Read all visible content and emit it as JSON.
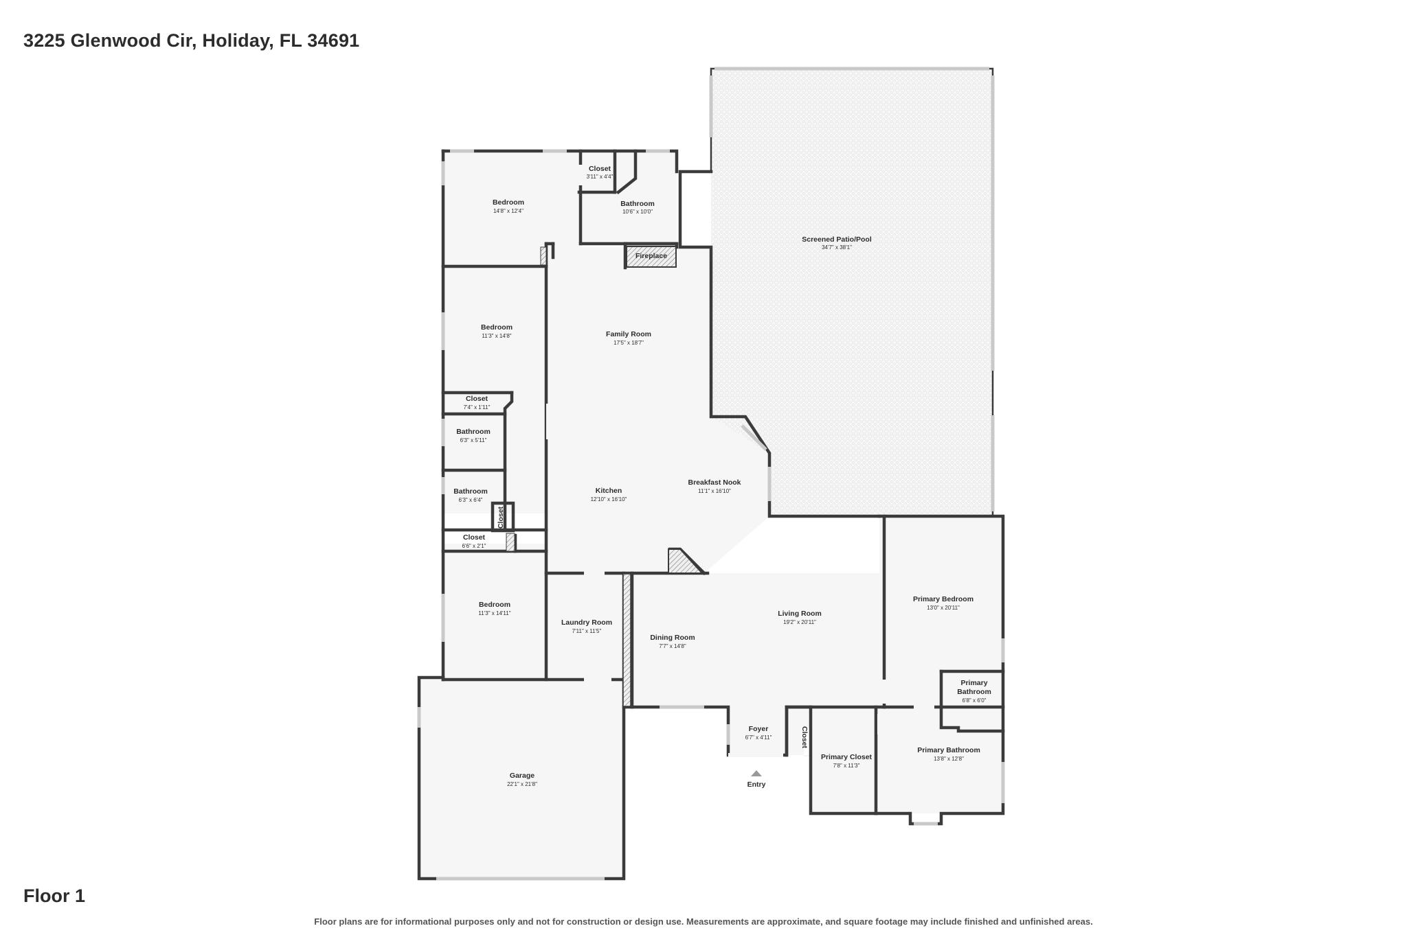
{
  "header": {
    "address": "3225 Glenwood Cir, Holiday, FL 34691"
  },
  "footer": {
    "floor_label": "Floor 1",
    "disclaimer": "Floor plans are for informational purposes only and not for construction or design use. Measurements are approximate, and square footage may include finished and unfinished areas."
  },
  "rooms": {
    "bedroom_nw": {
      "name": "Bedroom",
      "dims": "14'8\" x 12'4\""
    },
    "closet_top": {
      "name": "Closet",
      "dims": "3'11\" x 4'4\""
    },
    "bathroom_top": {
      "name": "Bathroom",
      "dims": "10'6\" x 10'0\""
    },
    "fireplace": {
      "name": "Fireplace"
    },
    "patio": {
      "name": "Screened Patio/Pool",
      "dims": "34'7\" x 38'1\""
    },
    "bedroom_w": {
      "name": "Bedroom",
      "dims": "11'3\" x 14'8\""
    },
    "family_room": {
      "name": "Family Room",
      "dims": "17'5\" x 18'7\""
    },
    "closet_w": {
      "name": "Closet",
      "dims": "7'4\" x 1'11\""
    },
    "bathroom_w1": {
      "name": "Bathroom",
      "dims": "6'3\" x 5'11\""
    },
    "bathroom_w2": {
      "name": "Bathroom",
      "dims": "6'3\" x 6'4\""
    },
    "closet_v": {
      "name": "Closet"
    },
    "closet_w2": {
      "name": "Closet",
      "dims": "6'6\" x 2'1\""
    },
    "kitchen": {
      "name": "Kitchen",
      "dims": "12'10\" x 16'10\""
    },
    "breakfast_nook": {
      "name": "Breakfast Nook",
      "dims": "11'1\" x 16'10\""
    },
    "bedroom_sw": {
      "name": "Bedroom",
      "dims": "11'3\" x 14'11\""
    },
    "laundry": {
      "name": "Laundry Room",
      "dims": "7'11\" x 11'5\""
    },
    "dining": {
      "name": "Dining Room",
      "dims": "7'7\" x 14'8\""
    },
    "living": {
      "name": "Living Room",
      "dims": "19'2\" x 20'11\""
    },
    "primary_bedroom": {
      "name": "Primary Bedroom",
      "dims": "13'0\" x 20'11\""
    },
    "primary_bath_small": {
      "name_line1": "Primary",
      "name_line2": "Bathroom",
      "dims": "6'8\" x 6'0\""
    },
    "foyer": {
      "name": "Foyer",
      "dims": "6'7\" x 4'11\""
    },
    "closet_foyer": {
      "name": "Closet"
    },
    "primary_closet": {
      "name": "Primary Closet",
      "dims": "7'8\" x 11'3\""
    },
    "primary_bathroom": {
      "name": "Primary Bathroom",
      "dims": "13'8\" x 12'8\""
    },
    "garage": {
      "name": "Garage",
      "dims": "22'1\" x 21'8\""
    }
  },
  "entry": {
    "label": "Entry"
  },
  "colors": {
    "wall": "#3b3b3d",
    "floor": "#f6f6f6",
    "window": "#c9c9c9",
    "text": "#2c2c2c"
  }
}
